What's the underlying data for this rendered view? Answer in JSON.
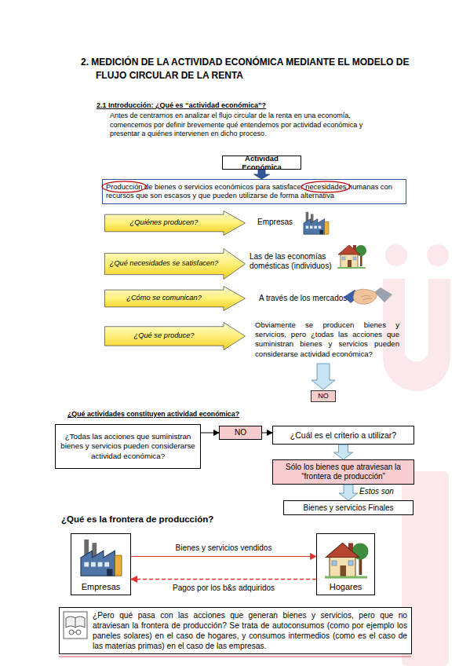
{
  "diagram": {
    "title": "2. MEDICIÓN DE LA ACTIVIDAD ECONÓMICA MEDIANTE EL MODELO DE FLUJO CIRCULAR DE LA RENTA",
    "nodes": [
      {
        "text": [
          "Actividad Económica"
        ]
      },
      {
        "text": [
          "Producción de bienes o servicios económicos para satisfacer necesidades humanas con recursos que son escasos y que pueden utilizarse de forma alternativa"
        ]
      },
      {
        "text": [
          "¿Quiénes producen?"
        ]
      },
      {
        "text": [
          "¿Qué necesidades se satisfacen?"
        ]
      },
      {
        "text": [
          "¿Cómo se comunican?"
        ]
      },
      {
        "text": [
          "¿Qué se produce?"
        ]
      },
      {
        "text": [
          "NO"
        ]
      },
      {
        "text": [
          "¿Todas las acciones que suministran bienes y servicios pueden considerarse actividad económica?"
        ]
      },
      {
        "text": [
          "NO"
        ]
      },
      {
        "text": [
          "¿Cuál es el criterio a utilizar?"
        ]
      },
      {
        "text": [
          "Sólo los bienes que atraviesan la “frontera de producción”"
        ]
      },
      {
        "text": [
          "Bienes y servicios Finales"
        ]
      },
      {
        "text": [
          "Empresas"
        ]
      },
      {
        "text": [
          "Hogares"
        ]
      },
      {
        "text": [
          "¿Pero qué pasa con las acciones que generan bienes y servicios, pero que no atraviesan la frontera de producción? Se trata de autoconsumos (como por ejemplo los paneles solares) en el caso de hogares, y consumos intermedios (como es el caso de las materias primas) en el caso de las empresas."
        ]
      }
    ],
    "edges": [
      {
        "from": 0,
        "to": 1,
        "arrow": "to"
      },
      {
        "from": 7,
        "to": 8,
        "arrow": "to"
      },
      {
        "from": 8,
        "to": 9,
        "arrow": "to"
      },
      {
        "from": 9,
        "to": 10,
        "arrow": "to"
      },
      {
        "from": 10,
        "to": 11,
        "label": "Estos son",
        "arrow": "to"
      },
      {
        "from": 12,
        "to": 13,
        "label": "Bienes y servicios vendidos",
        "arrow": "to"
      },
      {
        "from": 13,
        "to": 12,
        "label": "Pagos por los b&s adquiridos",
        "arrow": "to"
      }
    ],
    "labels": [
      "2.1 Introducción: ¿Qué es “actividad económica”?",
      "Antes de centrarnos en analizar el flujo circular de la renta en una economía, comencemos por definir brevemente qué entendemos por actividad económica y presentar a quiénes intervienen en dicho proceso.",
      "Empresas",
      "Las de las economías domésticas (individuos)",
      "A través de los mercados",
      "Obviamente se producen bienes y servicios, pero ¿todas las acciones que suministran bienes y servicios pueden considerarse actividad económica?",
      "¿Qué actividades constituyen actividad económica?",
      "¿Qué es la frontera de producción?"
    ]
  }
}
